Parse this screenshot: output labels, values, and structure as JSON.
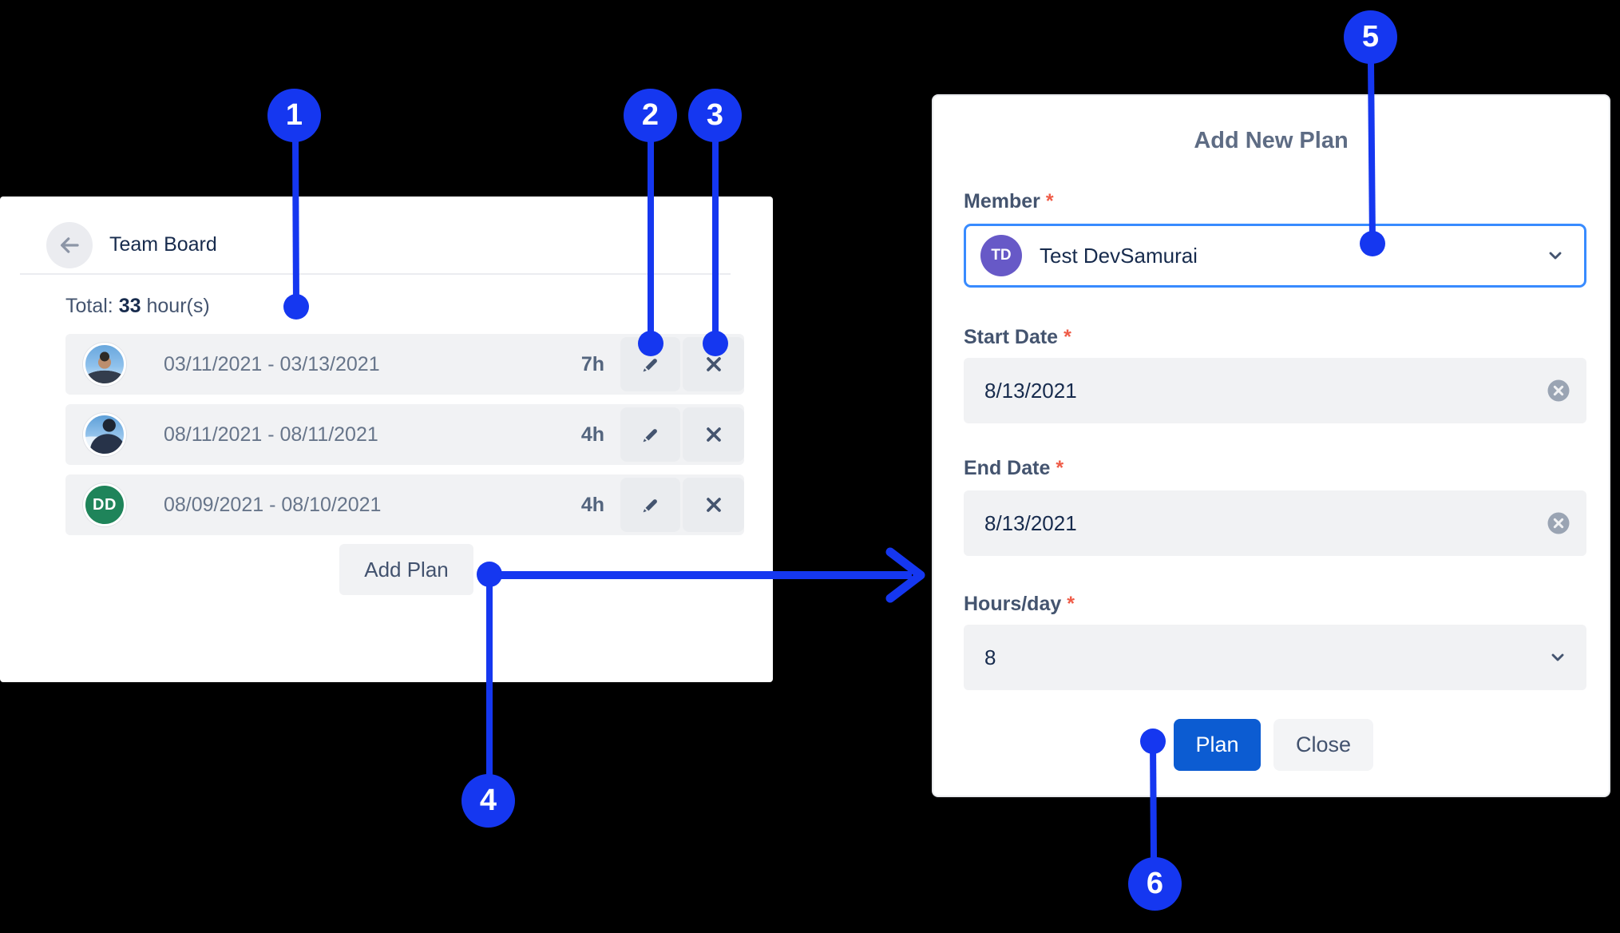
{
  "colors": {
    "annotation_blue": "#1537F0",
    "primary_button_blue": "#0C5CD2",
    "member_focus_border": "#388BFF",
    "member_avatar_purple": "#6759C7",
    "row_avatar_green": "#1F845A",
    "panel_background": "#FFFFFF",
    "field_gray": "#F1F2F4",
    "text_dark_navy": "#172B4D",
    "text_slate": "#44546F",
    "required_asterisk": "#EF5C48"
  },
  "icons": {
    "back": "arrow-left",
    "edit": "pencil",
    "remove": "x-mark",
    "dropdown": "chevron-down",
    "clear": "circle-x"
  },
  "annotations": {
    "badges": [
      "1",
      "2",
      "3",
      "4",
      "5",
      "6"
    ]
  },
  "team_board": {
    "title": "Team Board",
    "total_label": "Total:",
    "total_value": "33",
    "total_unit": "hour(s)",
    "rows": [
      {
        "dates": "03/11/2021 - 03/13/2021",
        "hours": "7h",
        "avatar": "photo-man-sky"
      },
      {
        "dates": "08/11/2021 - 08/11/2021",
        "hours": "4h",
        "avatar": "photo-person-beanie"
      },
      {
        "dates": "08/09/2021 - 08/10/2021",
        "hours": "4h",
        "avatar": "initials",
        "initials": "DD"
      }
    ],
    "add_plan_label": "Add Plan"
  },
  "dialog": {
    "title": "Add New Plan",
    "member": {
      "label": "Member",
      "required": "*",
      "value": "Test DevSamurai",
      "avatar_initials": "TD"
    },
    "start_date": {
      "label": "Start Date",
      "required": "*",
      "value": "8/13/2021"
    },
    "end_date": {
      "label": "End Date",
      "required": "*",
      "value": "8/13/2021"
    },
    "hours_per_day": {
      "label": "Hours/day",
      "required": "*",
      "value": "8"
    },
    "plan_label": "Plan",
    "close_label": "Close"
  }
}
